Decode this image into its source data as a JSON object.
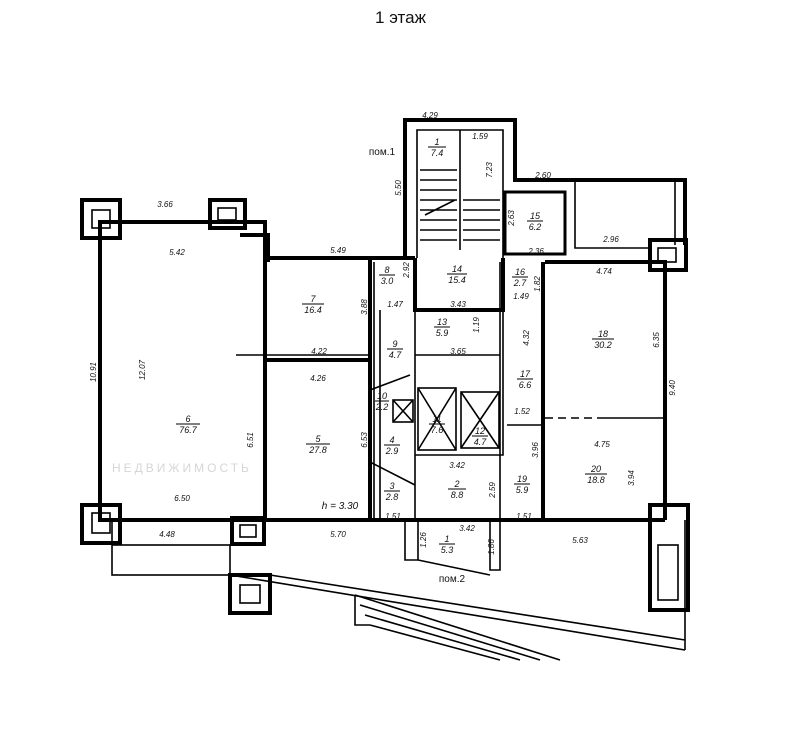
{
  "title": "1 этаж",
  "watermark": "НЕДВИЖИМОСТЬ",
  "labels": {
    "pom1": "пом.1",
    "pom2": "пом.2"
  },
  "rooms": [
    {
      "num": "1",
      "area": "7.4"
    },
    {
      "num": "2",
      "area": "8.8"
    },
    {
      "num": "3",
      "area": "2.8"
    },
    {
      "num": "4",
      "area": "2.9"
    },
    {
      "num": "5",
      "area": "27.8"
    },
    {
      "num": "6",
      "area": "76.7"
    },
    {
      "num": "7",
      "area": "16.4"
    },
    {
      "num": "8",
      "area": "3.0"
    },
    {
      "num": "9",
      "area": "4.7"
    },
    {
      "num": "10",
      "area": "2.2"
    },
    {
      "num": "11",
      "area": "7.6"
    },
    {
      "num": "12",
      "area": "4.7"
    },
    {
      "num": "13",
      "area": "5.9"
    },
    {
      "num": "14",
      "area": "15.4"
    },
    {
      "num": "15",
      "area": "6.2"
    },
    {
      "num": "16",
      "area": "2.7"
    },
    {
      "num": "17",
      "area": "6.6"
    },
    {
      "num": "18",
      "area": "30.2"
    },
    {
      "num": "19",
      "area": "5.9"
    },
    {
      "num": "20",
      "area": "18.8"
    },
    {
      "num": "1",
      "area": "5.3"
    }
  ],
  "dims": [
    "4.29",
    "1.59",
    "7.23",
    "5.50",
    "2.60",
    "2.63",
    "2.36",
    "2.96",
    "3.66",
    "5.42",
    "5.49",
    "2.92",
    "1.47",
    "3.43",
    "1.49",
    "1.82",
    "1.19",
    "4.74",
    "6.35",
    "3.88",
    "4.22",
    "4.26",
    "12.07",
    "10.91",
    "3.65",
    "4.32",
    "9.40",
    "1.52",
    "6.51",
    "6.53",
    "3.96",
    "4.75",
    "3.94",
    "3.42",
    "2.59",
    "6.50",
    "h = 3.30",
    "1.51",
    "1.51",
    "4.48",
    "5.70",
    "3.42",
    "5.63",
    "1.26",
    "1.86"
  ]
}
